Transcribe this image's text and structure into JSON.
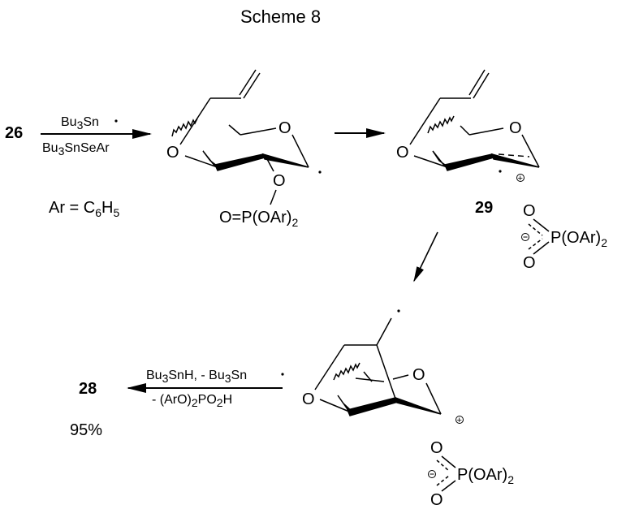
{
  "title": "Scheme 8",
  "step1": {
    "start_compound": "26",
    "reagent_above": {
      "main": "Bu",
      "sub": "3",
      "rest": "Sn"
    },
    "reagent_below": {
      "main": "Bu",
      "sub": "3",
      "rest": "SnSeAr"
    },
    "ar_definition": {
      "prefix": "Ar = C",
      "sub1": "6",
      "mid": "H",
      "sub2": "5"
    }
  },
  "intermediate1": {
    "ring_o_left": "O",
    "ring_o_right": "O",
    "ester_o": "O",
    "phosphate": {
      "prefix": "O=P(OAr)",
      "sub": "2"
    }
  },
  "intermediate2": {
    "label": "29",
    "ring_o_left": "O",
    "ring_o_right": "O",
    "cation_symbol": "+",
    "anion": {
      "o_top": "O",
      "o_bottom": "O",
      "charge": "−",
      "p": "P(OAr)",
      "sub": "2"
    }
  },
  "intermediate3": {
    "ring_o_left": "O",
    "ring_o_right": "O",
    "cation_symbol": "+",
    "anion": {
      "o_top": "O",
      "o_bottom": "O",
      "charge": "−",
      "p": "P(OAr)",
      "sub": "2"
    }
  },
  "final_step": {
    "product": "28",
    "yield": "95%",
    "reagent_above": {
      "a": "Bu",
      "a_sub": "3",
      "b": "SnH, - Bu",
      "b_sub": "3",
      "c": "Sn"
    },
    "reagent_below": {
      "a": "- (ArO)",
      "a_sub": "2",
      "b": "PO",
      "b_sub": "2",
      "c": "H"
    }
  }
}
